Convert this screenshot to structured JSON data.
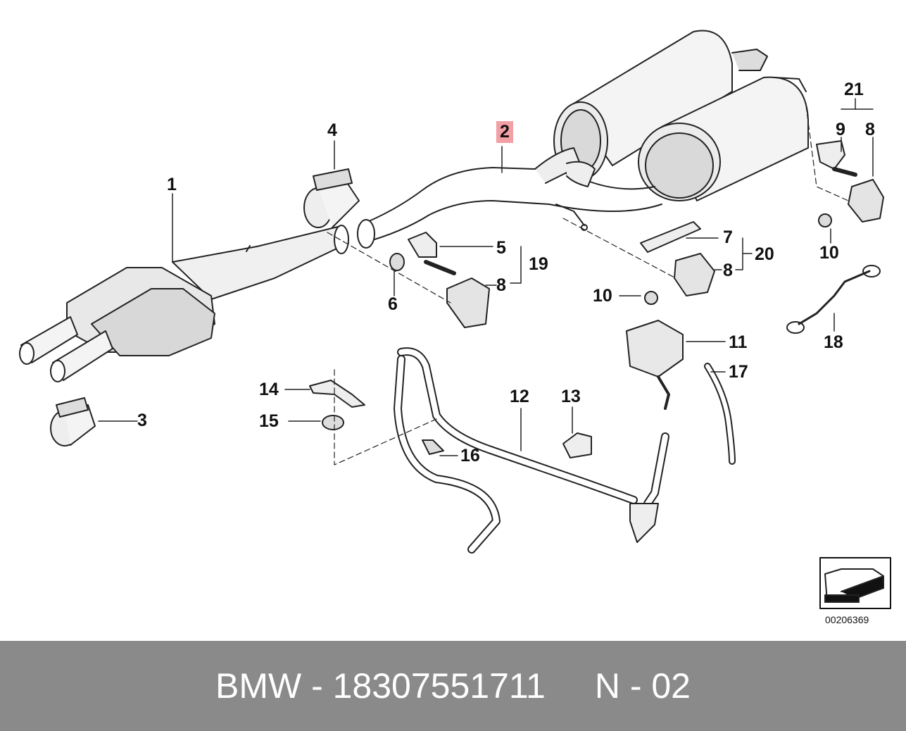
{
  "diagram": {
    "labels": {
      "p1": "1",
      "p2": "2",
      "p3": "3",
      "p4": "4",
      "p5": "5",
      "p6": "6",
      "p7": "7",
      "p8a": "8",
      "p8b": "8",
      "p8c": "8",
      "p9": "9",
      "p10a": "10",
      "p10b": "10",
      "p11": "11",
      "p12": "12",
      "p13": "13",
      "p14": "14",
      "p15": "15",
      "p16": "16",
      "p17": "17",
      "p18": "18",
      "p19": "19",
      "p20": "20",
      "p21": "21"
    },
    "highlight_color": "#f2a0a5",
    "image_code": "00206369"
  },
  "footer": {
    "brand": "BMW - 18307551711",
    "page": "N - 02",
    "background": "#8a8a8a"
  }
}
